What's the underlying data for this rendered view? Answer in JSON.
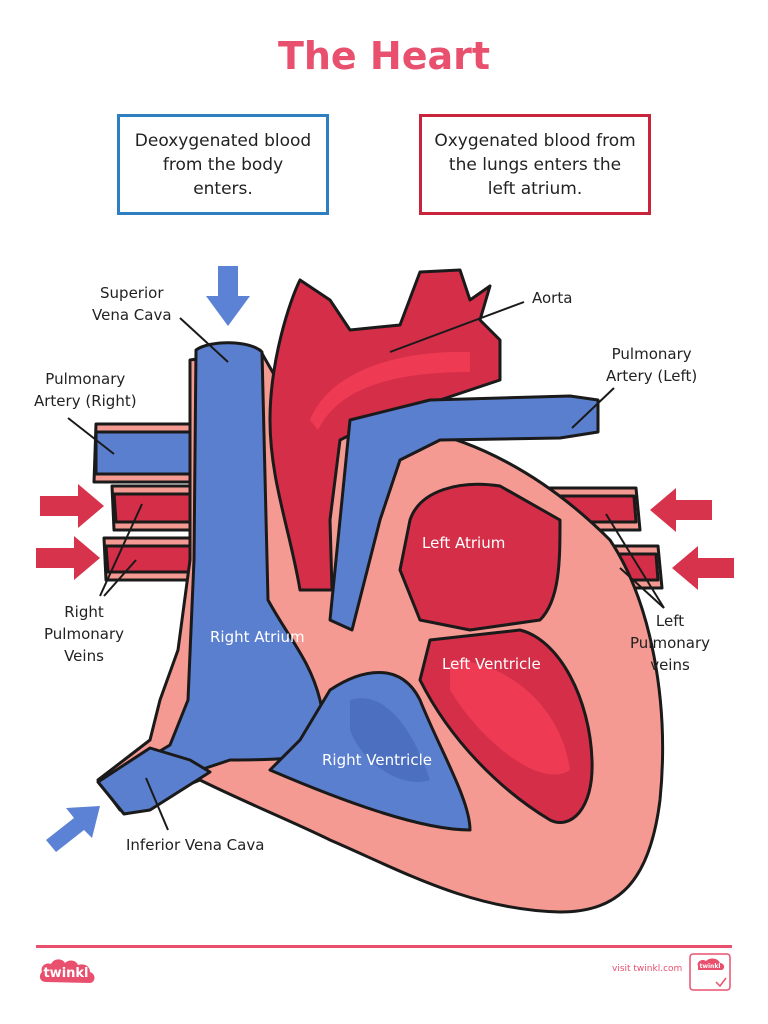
{
  "title": "The Heart",
  "info_boxes": {
    "deoxygenated": "Deoxygenated blood from the body enters.",
    "oxygenated": "Oxygenated blood from the lungs enters the left atrium."
  },
  "labels": {
    "superior_vena_cava": [
      "Superior",
      "Vena Cava"
    ],
    "aorta": "Aorta",
    "pulmonary_artery_left": [
      "Pulmonary",
      "Artery (Left)"
    ],
    "pulmonary_artery_right": [
      "Pulmonary",
      "Artery (Right)"
    ],
    "right_pulmonary_veins": [
      "Right",
      "Pulmonary",
      "Veins"
    ],
    "left_pulmonary_veins": [
      "Left",
      "Pulmonary",
      "veins"
    ],
    "left_atrium": "Left Atrium",
    "right_atrium": "Right Atrium",
    "left_ventricle": "Left Ventricle",
    "right_ventricle": "Right Ventricle",
    "inferior_vena_cava": "Inferior Vena Cava"
  },
  "footer": {
    "logo_text": "twinkl",
    "visit_text": "visit twinkl.com",
    "badge_text": "twinkl"
  },
  "colors": {
    "title": "#e8506e",
    "deoxygenated_box_border": "#2f7fc0",
    "oxygenated_box_border": "#c8243c",
    "blue_blood": "#5b7fcf",
    "red_blood": "#d42e48",
    "muscle_pink": "#f59a92",
    "arrow_blue": "#5b82d4",
    "arrow_red": "#d7334c"
  }
}
